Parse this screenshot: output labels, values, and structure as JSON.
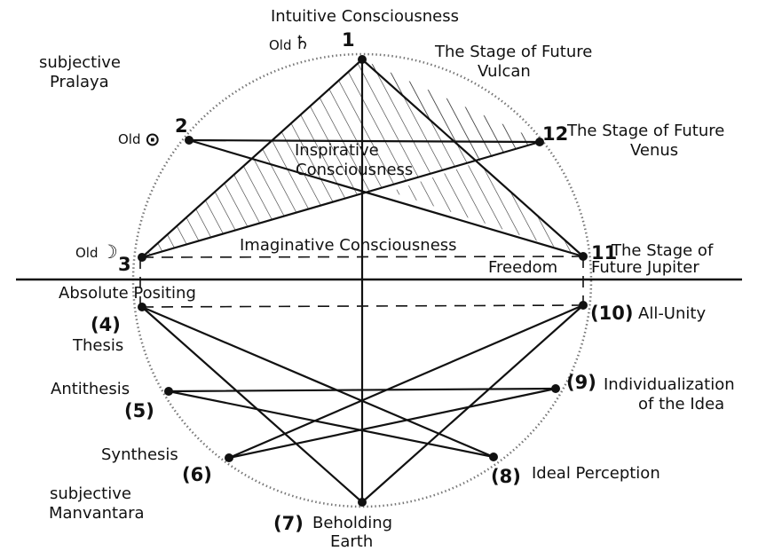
{
  "labels": {
    "top": "Intuitive Consciousness",
    "subjective_pralaya_1": "subjective",
    "subjective_pralaya_2": "Pralaya",
    "vulcan_1": "The Stage of Future",
    "vulcan_2": "Vulcan",
    "venus_1": "The Stage of Future",
    "venus_2": "Venus",
    "inspirative_1": "Inspirative",
    "inspirative_2": "Consciousness",
    "imaginative": "Imaginative Consciousness",
    "jupiter_1": "The Stage of",
    "jupiter_2": "Future Jupiter",
    "freedom": "Freedom",
    "absolute_positing": "Absolute Positing",
    "thesis": "Thesis",
    "all_unity": "All-Unity",
    "antithesis": "Antithesis",
    "individualization_1": "Individualization",
    "individualization_2": "of the Idea",
    "synthesis": "Synthesis",
    "ideal_perception": "Ideal Perception",
    "subjective_manvantara_1": "subjective",
    "subjective_manvantara_2": "Manvantara",
    "beholding": "Beholding",
    "earth": "Earth"
  },
  "nodes": {
    "n1": "1",
    "n2": "2",
    "n3": "3",
    "n4": "(4)",
    "n5": "(5)",
    "n6": "(6)",
    "n7": "(7)",
    "n8": "(8)",
    "n9": "(9)",
    "n10": "(10)",
    "n11": "11",
    "n12": "12"
  },
  "planet_marks": {
    "old_1": "Old",
    "old_2": "Old",
    "old_3": "Old",
    "saturn_symbol": "♄",
    "sun_symbol": "⊙",
    "moon_symbol": "☽"
  }
}
